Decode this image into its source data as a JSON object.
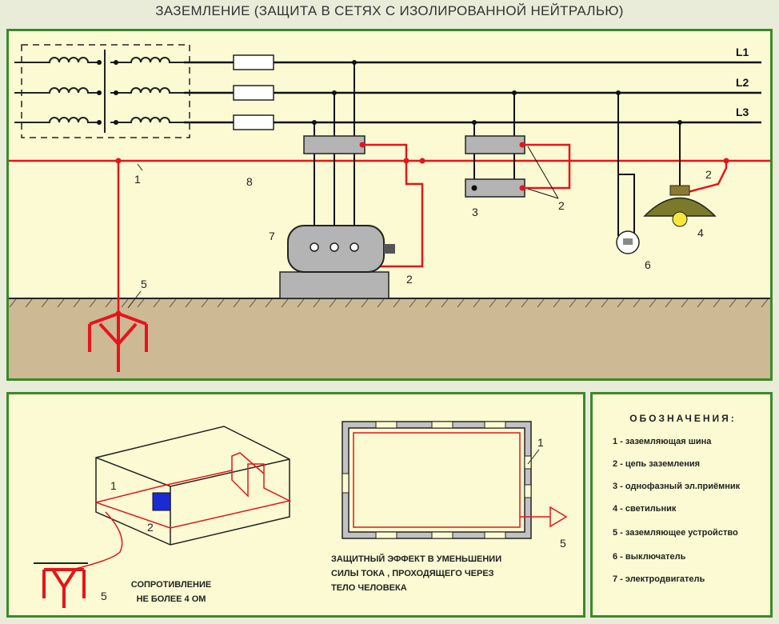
{
  "title": "ЗАЗЕМЛЕНИЕ (ЗАЩИТА В СЕТЯХ С ИЗОЛИРОВАННОЙ НЕЙТРАЛЬЮ)",
  "phases": [
    "L1",
    "L2",
    "L3"
  ],
  "top_labels": {
    "n1": "1",
    "n8": "8",
    "n7": "7",
    "n2a": "2",
    "n3": "3",
    "n2b": "2",
    "n2c": "2",
    "n4": "4",
    "n6": "6",
    "n5": "5"
  },
  "bottom_left": {
    "n1": "1",
    "n2": "2",
    "n5": "5",
    "resistance_line1": "СОПРОТИВЛЕНИЕ",
    "resistance_line2": "НЕ БОЛЕЕ 4 ОМ"
  },
  "bottom_mid": {
    "n1": "1",
    "n5": "5",
    "effect_line1": "ЗАЩИТНЫЙ ЭФФЕКТ В УМЕНЬШЕНИИ",
    "effect_line2": "СИЛЫ ТОКА , ПРОХОДЯЩЕГО ЧЕРЕЗ",
    "effect_line3": "ТЕЛО ЧЕЛОВЕКА"
  },
  "legend": {
    "title": "ОБОЗНАЧЕНИЯ:",
    "items": [
      "1 - заземляющая шина",
      "2 - цепь заземления",
      "3 - однофазный эл.приёмник",
      "4 - светильник",
      "5 - заземляющее устройство",
      "6 - выключатель",
      "7 - электродвигатель"
    ]
  },
  "colors": {
    "frame": "#3a8a2a",
    "panel_bg": "#fbfad2",
    "ground_bus": "#e8141b",
    "wire": "#111111",
    "soil": "#cdb994",
    "equipment": "#b4b4b4"
  }
}
